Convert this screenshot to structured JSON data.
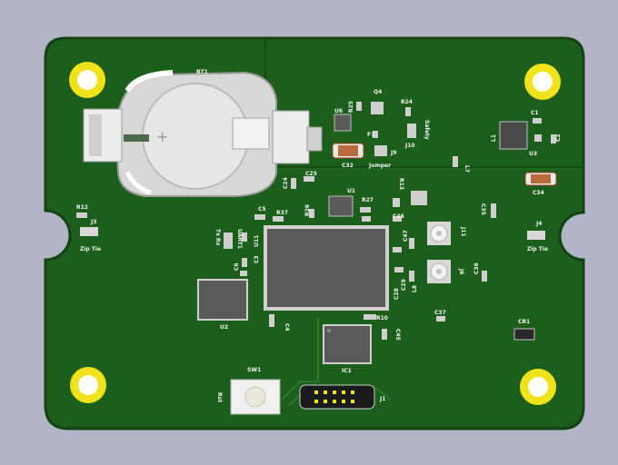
{
  "colors": {
    "background": "#b4b4c8",
    "board": "#1c5e1c",
    "board_edge": "#134213",
    "pad_gold": "#f1e21a",
    "silk": "#f4f4f4",
    "ic_body": "#5a5a5a"
  },
  "labels": {
    "BT1": "BT1",
    "U6": "U6",
    "R25": "R25",
    "Q4": "Q4",
    "R24": "R24",
    "F1": "F1",
    "J10": "J10",
    "Safety": "Safety",
    "C32": "C32",
    "J9": "J9",
    "Jumper": "Jumper",
    "C1": "C1",
    "L1": "L1",
    "C2": "C2",
    "U3": "U3",
    "L7": "L7",
    "C34": "C34",
    "C24": "C24",
    "C25": "C25",
    "U1": "U1",
    "R13": "R13",
    "R27": "R27",
    "R26": "R26",
    "C5": "C5",
    "R37": "R37",
    "C35": "C35",
    "R12": "R12",
    "J3": "J3",
    "ZipTieL": "Zip Tie",
    "J4": "J4",
    "ZipTieR": "Zip Tie",
    "TxRx": "Tx Rx",
    "UART1": "UART1",
    "U11": "U11",
    "C3": "C3",
    "C6": "C6",
    "J11": "J11",
    "J6": "J6",
    "C47": "C47",
    "C46": "C46",
    "C29": "C29",
    "L8": "L8",
    "C28": "C28",
    "C36": "C36",
    "U2": "U2",
    "C4": "C4",
    "R10": "R10",
    "C37": "C37",
    "CR1": "CR1",
    "C45": "C45",
    "IC1": "IC1",
    "SW1": "SW1",
    "Rst": "Rst",
    "J1": "J1"
  }
}
